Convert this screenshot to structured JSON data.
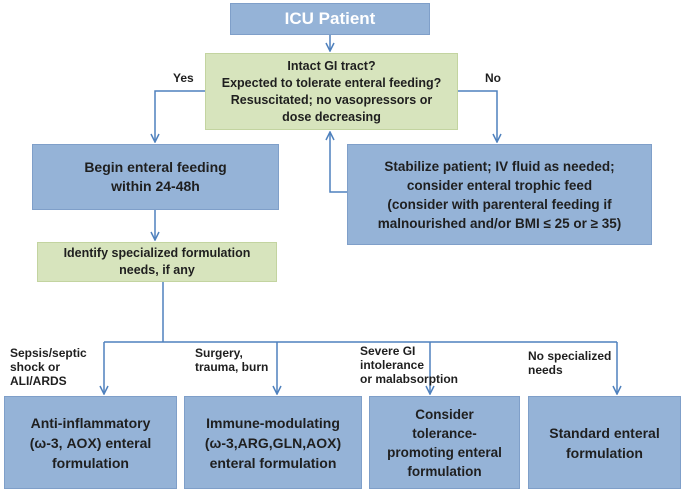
{
  "nodes": {
    "icu": "ICU Patient",
    "decision": "Intact GI tract?\nExpected to tolerate enteral feeding?\nResuscitated; no vasopressors or\ndose decreasing",
    "begin_enteral": "Begin enteral feeding\nwithin 24-48h",
    "stabilize": "Stabilize patient; IV fluid as needed;\nconsider enteral trophic feed\n(consider with parenteral feeding if\nmalnourished and/or BMI ≤ 25 or ≥ 35)",
    "identify": "Identify specialized formulation\nneeds, if any",
    "anti_inflammatory": "Anti-inflammatory\n(ω-3, AOX) enteral\nformulation",
    "immune_modulating": "Immune-modulating\n(ω-3,ARG,GLN,AOX)\nenteral formulation",
    "tolerance": "Consider\ntolerance-\npromoting enteral\nformulation",
    "standard": "Standard enteral\nformulation"
  },
  "edge_labels": {
    "yes": "Yes",
    "no": "No",
    "sepsis": "Sepsis/septic\nshock or\nALI/ARDS",
    "surgery": "Surgery,\ntrauma, burn",
    "severe_gi": "Severe GI\nintolerance\nor malabsorption",
    "no_specialized": "No specialized\nneeds"
  },
  "colors": {
    "blue_box": "#95b3d7",
    "green_box": "#d7e4bd",
    "arrow": "#4f81bd"
  }
}
